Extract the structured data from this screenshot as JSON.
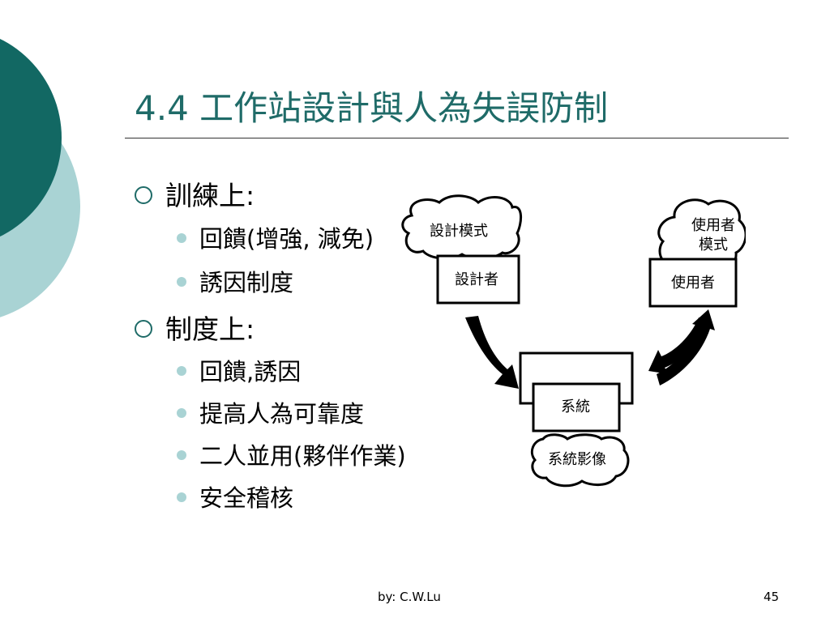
{
  "slide": {
    "title": "4.4 工作站設計與人為失誤防制",
    "sections": [
      {
        "heading": "訓練上:",
        "items": [
          "回饋(增強, 減免)",
          "誘因制度"
        ]
      },
      {
        "heading": "制度上:",
        "items": [
          "回饋,誘因",
          "提高人為可靠度",
          "二人並用(夥伴作業)",
          "安全稽核"
        ]
      }
    ],
    "diagram": {
      "design_model": "設計模式",
      "designer": "設計者",
      "user_model_line1": "使用者",
      "user_model_line2": "模式",
      "user": "使用者",
      "system": "系統",
      "system_image": "系統影像"
    },
    "footer": {
      "author": "by: C.W.Lu",
      "page": "45"
    }
  },
  "colors": {
    "accent": "#1f6b68",
    "light_accent": "#a9d3d4"
  }
}
